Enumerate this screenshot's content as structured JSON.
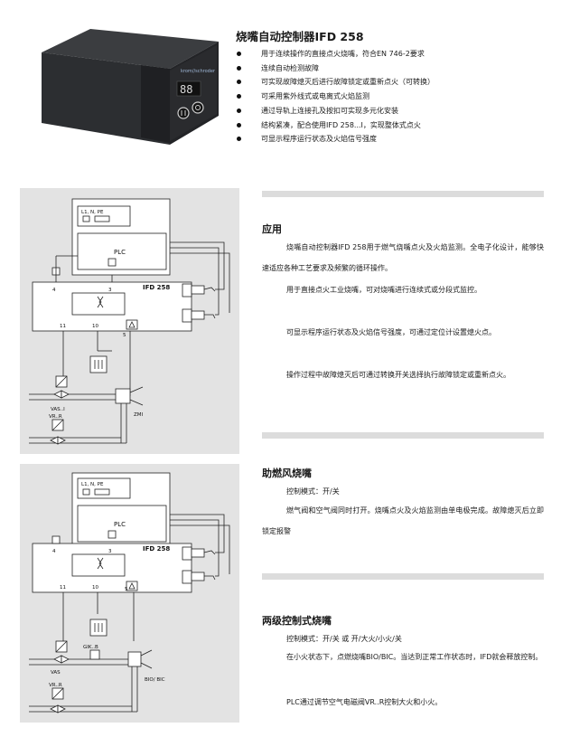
{
  "product": {
    "brand": "krom//schroder",
    "display": "88"
  },
  "header": {
    "title": "烧嘴自动控制器IFD 258",
    "bullets": [
      "用于连续操作的直接点火烧嘴，符合EN 746-2要求",
      "连续自动检测故障",
      "可实现故障熄灭后进行故障锁定或重新点火（可转换）",
      "可采用紫外线式或电离式火焰监测",
      "通过导轨上连接孔及按扣可实现多元化安装",
      "结构紧凑，配合使用IFD 258...I，实现整体式点火",
      "可显示程序运行状态及火焰信号强度"
    ]
  },
  "diagram1": {
    "supply": "L1, N, PE",
    "plc": "PLC",
    "device": "IFD 258",
    "terminals": [
      "4",
      "3",
      "11",
      "10",
      "5"
    ],
    "valve1": "VAS..I",
    "valve2": "VR..R",
    "burner": "ZMI"
  },
  "diagram2": {
    "supply": "L1, N, PE",
    "plc": "PLC",
    "device": "IFD 258",
    "terminals": [
      "4",
      "3",
      "11",
      "10",
      "5"
    ],
    "valve1": "VAS",
    "valve_gik": "GIK..B",
    "valve2": "VR..R",
    "burner": "BIO/\nBIC"
  },
  "sections": {
    "application": {
      "heading": "应用",
      "paragraphs": [
        "烧嘴自动控制器IFD 258用于燃气烧嘴点火及火焰监测。全电子化设计，能够快速适应各种工艺要求及频繁的循环操作。",
        "用于直接点火工业烧嘴，可对烧嘴进行连续式或分段式监控。",
        "可显示程序运行状态及火焰信号强度，可通过定位计设置熄火点。",
        "操作过程中故障熄灭后可通过转换开关选择执行故障锁定或重新点火。"
      ]
    },
    "combustion_air": {
      "heading": "助燃风烧嘴",
      "mode": "控制模式：开/关",
      "paragraph": "燃气阀和空气阀同时打开。烧嘴点火及火焰监测由单电极完成。故障熄灭后立即锁定报警"
    },
    "two_stage": {
      "heading": "两级控制式烧嘴",
      "mode": "控制模式：开/关 或 开/大火/小火/关",
      "paragraph": "在小火状态下，点燃烧嘴BIO/BIC。当达到正常工作状态时，IFD就会释放控制。",
      "plc_line": "PLC通过调节空气电磁阀VR..R控制大火和小火。"
    }
  }
}
